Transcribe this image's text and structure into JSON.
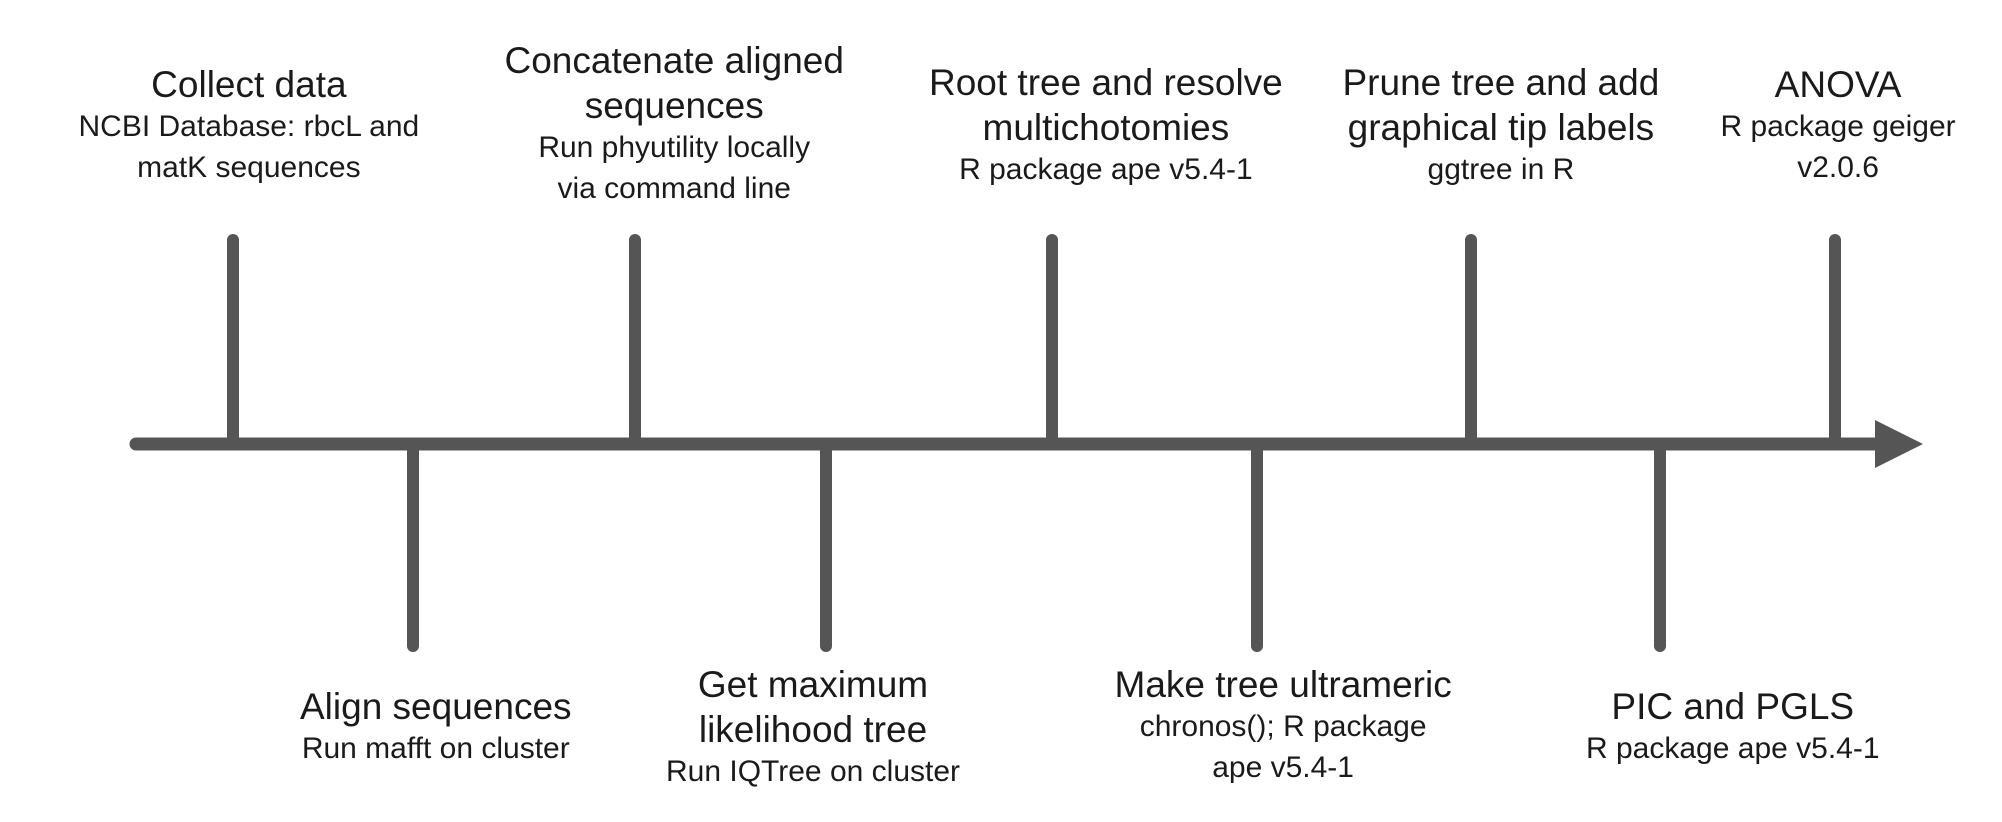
{
  "colors": {
    "line": "#555555",
    "text": "#1a1a1a"
  },
  "steps": [
    {
      "order": 1,
      "side": "top",
      "title": [
        "Collect data"
      ],
      "subtitle": [
        "NCBI Database: rbcL and",
        "matK sequences"
      ]
    },
    {
      "order": 2,
      "side": "bottom",
      "title": [
        "Align sequences"
      ],
      "subtitle": [
        "Run mafft on cluster"
      ]
    },
    {
      "order": 3,
      "side": "top",
      "title": [
        "Concatenate aligned",
        "sequences"
      ],
      "subtitle": [
        "Run phyutility locally",
        "via command line"
      ]
    },
    {
      "order": 4,
      "side": "bottom",
      "title": [
        "Get maximum",
        "likelihood tree"
      ],
      "subtitle": [
        "Run IQTree on cluster"
      ]
    },
    {
      "order": 5,
      "side": "top",
      "title": [
        "Root tree and resolve",
        "multichotomies"
      ],
      "subtitle": [
        "R package ape v5.4-1"
      ]
    },
    {
      "order": 6,
      "side": "bottom",
      "title": [
        "Make tree ultrameric"
      ],
      "subtitle": [
        "chronos(); R package",
        "ape v5.4-1"
      ]
    },
    {
      "order": 7,
      "side": "top",
      "title": [
        "Prune tree and add",
        "graphical tip labels"
      ],
      "subtitle": [
        "ggtree in R"
      ]
    },
    {
      "order": 8,
      "side": "bottom",
      "title": [
        "PIC and PGLS"
      ],
      "subtitle": [
        "R package ape v5.4-1"
      ]
    },
    {
      "order": 9,
      "side": "top",
      "title": [
        "ANOVA"
      ],
      "subtitle": [
        "R package geiger",
        "v2.0.6"
      ]
    }
  ]
}
